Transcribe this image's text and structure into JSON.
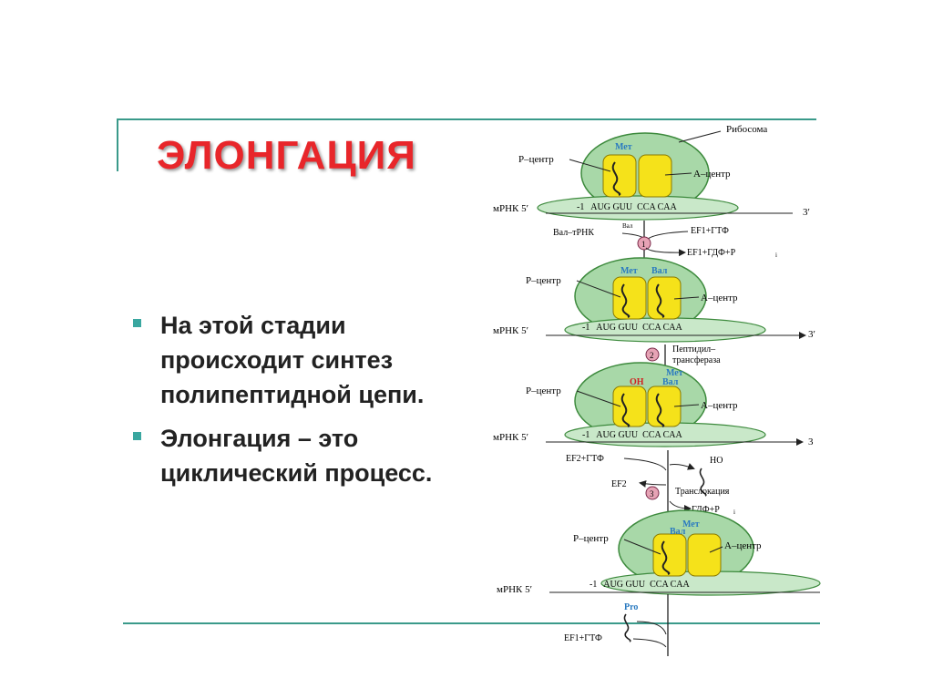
{
  "slide": {
    "title": "ЭЛОНГАЦИЯ",
    "bullets": [
      "На этой стадии происходит синтез полипептидной цепи.",
      "Элонгация – это циклический процесс."
    ]
  },
  "diagram": {
    "ribosome_label": "Рибосома",
    "p_site": "Р–центр",
    "a_site": "А–центр",
    "mrna": "мРНК 5′",
    "three_prime": "3′",
    "three_plain": "3",
    "codons": "-1   AUG GUU  CCA CAA",
    "codons_b": "-1   AUG GUU  CCA CAA",
    "codons_c": "-1   AUG GUU  CCA CAA",
    "codons_d": "-1   AUG GUU  CCA CAA",
    "met": "Мет",
    "val": "Вал",
    "oh": "OH",
    "ho": "HO",
    "pro": "Pro",
    "val_trna": "Вал–тРНК",
    "val_sup": "Вал",
    "ef1_gtp": "EF1+ГТФ",
    "ef1_gdp": "EF1+ГДФ+Р",
    "ef1_gdp_sub": "i",
    "peptidyl1": "Пептидил–",
    "peptidyl2": "трансфераза",
    "ef2_gtp": "EF2+ГТФ",
    "ef2": "EF2",
    "translocation": "Транслокация",
    "gdp_p": "ГДФ+Р",
    "gdp_p_sub": "i",
    "ef1_gtp_bottom": "EF1+ГТФ",
    "step1": "1",
    "step2": "2",
    "step3": "3",
    "colors": {
      "ribosome": "#a8d8a8",
      "ribosome_stroke": "#3d8a3d",
      "trna": "#f5e21a",
      "step": "#e6a3b5",
      "label_blue": "#2a7ac0",
      "label_red": "#d02020"
    }
  }
}
